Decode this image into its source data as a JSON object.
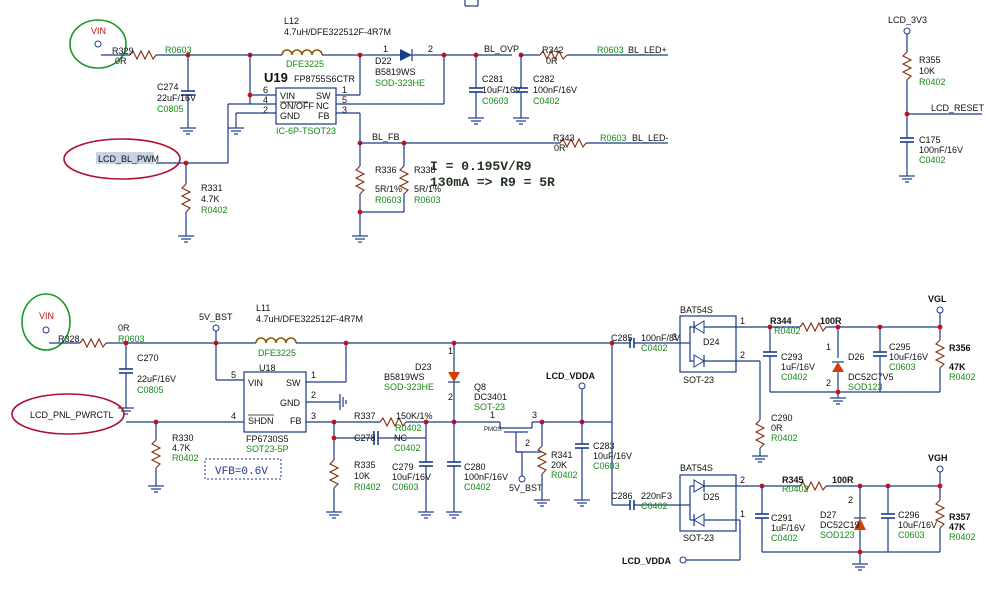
{
  "top": {
    "vin": "VIN",
    "r329": {
      "name": "R329",
      "value": "0R",
      "pkg": "R0603"
    },
    "l12": {
      "name": "L12",
      "value": "4.7uH/DFE322512F-4R7M",
      "pkg": "DFE3225"
    },
    "d22": {
      "name": "D22",
      "value": "B5819WS",
      "pkg": "SOD-323HE",
      "pin1": "1",
      "pin2": "2"
    },
    "bl_ovp": "BL_OVP",
    "r342": {
      "name": "R342",
      "value": "0R",
      "pkg": "R0603"
    },
    "bl_led_plus": "BL_LED+",
    "c274": {
      "name": "C274",
      "value": "22uF/16V",
      "pkg": "C0805"
    },
    "u19": {
      "name": "U19",
      "part": "FP8755S6CTR",
      "pkg": "IC-6P-TSOT23",
      "pins": {
        "vin": "VIN",
        "onoff": "ON/OFF",
        "gnd": "GND",
        "sw": "SW",
        "nc": "NC",
        "fb": "FB",
        "p6": "6",
        "p4": "4",
        "p2": "2",
        "p1": "1",
        "p5": "5",
        "p3": "3"
      }
    },
    "c281": {
      "name": "C281",
      "value": "10uF/16V",
      "pkg": "C0603"
    },
    "c282": {
      "name": "C282",
      "value": "100nF/16V",
      "pkg": "C0402"
    },
    "bl_fb": "BL_FB",
    "r343": {
      "name": "R343",
      "value": "0R",
      "pkg": "R0603"
    },
    "bl_led_minus": "BL_LED-",
    "lcd_bl_pwm": "LCD_BL_PWM",
    "r336": {
      "name": "R336",
      "value": "5R/1%",
      "pkg": "R0603"
    },
    "r338": {
      "name": "R338",
      "value": "5R/1%",
      "pkg": "R0603"
    },
    "r331": {
      "name": "R331",
      "value": "4.7K",
      "pkg": "R0402"
    },
    "note1": "I = 0.195V/R9",
    "note2": "130mA => R9 = 5R"
  },
  "reset": {
    "lcd_3v3": "LCD_3V3",
    "r355": {
      "name": "R355",
      "value": "10K",
      "pkg": "R0402"
    },
    "lcd_reset": "LCD_RESET",
    "c175": {
      "name": "C175",
      "value": "100nF/16V",
      "pkg": "C0402"
    }
  },
  "bottom": {
    "vin": "VIN",
    "r328": {
      "name": "R328",
      "value": "0R",
      "pkg": "R0603"
    },
    "v5_bst": "5V_BST",
    "l11": {
      "name": "L11",
      "value": "4.7uH/DFE322512F-4R7M",
      "pkg": "DFE3225"
    },
    "c270": {
      "name": "C270",
      "value": "22uF/16V",
      "pkg": "C0805"
    },
    "u18": {
      "name": "U18",
      "part": "FP6730S5",
      "pkg": "SOT23-5P",
      "pins": {
        "vin": "VIN",
        "sw": "SW",
        "gnd": "GND",
        "shdn": "SHDN",
        "fb": "FB",
        "p5": "5",
        "p1": "1",
        "p2": "2",
        "p4": "4",
        "p3": "3"
      }
    },
    "lcd_pnl_pwrctl": "LCD_PNL_PWRCTL",
    "r330": {
      "name": "R330",
      "value": "4.7K",
      "pkg": "R0402"
    },
    "vfb": "VFB=0.6V",
    "r337": {
      "name": "R337",
      "value": "150K/1%",
      "pkg": "R0402"
    },
    "c278": {
      "name": "C278",
      "value": "NC",
      "pkg": "C0402"
    },
    "r335": {
      "name": "R335",
      "value": "10K",
      "pkg": "R0402"
    },
    "c279": {
      "name": "C279",
      "value": "10uF/16V",
      "pkg": "C0603"
    },
    "d23": {
      "name": "D23",
      "value": "B5819WS",
      "pkg": "SOD-323HE",
      "pin1": "1",
      "pin2": "2"
    },
    "c280": {
      "name": "C280",
      "value": "100nF/16V",
      "pkg": "C0402"
    },
    "q8": {
      "name": "Q8",
      "value": "DC3401",
      "pkg": "SOT-23",
      "type": "PMOS",
      "p1": "1",
      "p2": "2",
      "p3": "3"
    },
    "lcd_vdda": "LCD_VDDA",
    "r341": {
      "name": "R341",
      "value": "20K",
      "pkg": "R0402"
    },
    "c283": {
      "name": "C283",
      "value": "10uF/16V",
      "pkg": "C0603"
    },
    "c285": {
      "name": "C285",
      "value": "100nF/8V",
      "pkg": "C0402"
    },
    "c286": {
      "name": "C286",
      "value": "220nF",
      "pkg": "C0402",
      "pin": "3"
    },
    "d24": {
      "name": "D24",
      "part": "BAT54S",
      "pkg": "SOT-23",
      "p1": "1",
      "p2": "2",
      "p3": "3"
    },
    "d25": {
      "name": "D25",
      "part": "BAT54S",
      "pkg": "SOT-23",
      "p1": "1",
      "p2": "2"
    },
    "c290": {
      "name": "C290",
      "value": "0R",
      "pkg": "R0402"
    },
    "r344": {
      "name": "R344",
      "value": "100R",
      "pkg": "R0402"
    },
    "c293": {
      "name": "C293",
      "value": "1uF/16V",
      "pkg": "C0402"
    },
    "d26": {
      "name": "D26",
      "value": "DC52C7V5",
      "pkg": "SOD123",
      "p1": "1",
      "p2": "2"
    },
    "c295": {
      "name": "C295",
      "value": "10uF/16V",
      "pkg": "C0603"
    },
    "vgl": "VGL",
    "r356": {
      "name": "R356",
      "value": "47K",
      "pkg": "R0402"
    },
    "r345": {
      "name": "R345",
      "value": "100R",
      "pkg": "R0402"
    },
    "c291": {
      "name": "C291",
      "value": "1uF/16V",
      "pkg": "C0402"
    },
    "d27": {
      "name": "D27",
      "value": "DC52C19",
      "pkg": "SOD123",
      "p2": "2"
    },
    "c296": {
      "name": "C296",
      "value": "10uF/16V",
      "pkg": "C0603"
    },
    "vgh": "VGH",
    "r357": {
      "name": "R357",
      "value": "47K",
      "pkg": "R0402"
    },
    "lcd_vdda2": "LCD_VDDA"
  }
}
